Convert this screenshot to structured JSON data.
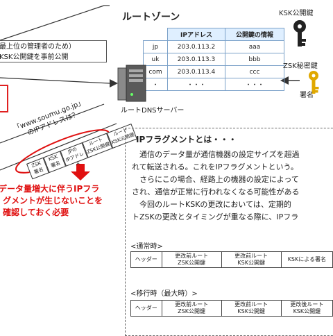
{
  "zone": {
    "title": "ルートゾーン",
    "table_headers": [
      "IPアドレス",
      "公開鍵の情報"
    ],
    "rows": [
      {
        "tld": "jp",
        "ip": "203.0.113.2",
        "key": "aaa"
      },
      {
        "tld": "uk",
        "ip": "203.0.113.3",
        "key": "bbb"
      },
      {
        "tld": "com",
        "ip": "203.0.113.4",
        "key": "ccc"
      },
      {
        "tld": "・",
        "ip": "・・・",
        "key": "・・・"
      }
    ]
  },
  "labels": {
    "ksk_public": "KSK公開鍵",
    "zsk_secret": "ZSK秘密鍵",
    "sign": "署名",
    "server": "ルートDNSサーバー",
    "manager_line1": "最上位の管理者のため）",
    "manager_line2": "KSK公開鍵を事前公開",
    "query_line1": "「www.soumu.go.jp」",
    "query_line2": "のIPアドレスは？",
    "warning_line1": "データ量増大に伴うIPフラ",
    "warning_line2": "グメントが生じないことを",
    "warning_line3": "確認しておく必要"
  },
  "packet_left": [
    {
      "l1": "ZSK",
      "l2": "署名"
    },
    {
      "l1": "KSK",
      "l2": "署名"
    }
  ],
  "packet_right": [
    {
      "l1": "JPの",
      "l2": "IPアドレス"
    },
    {
      "l1": "ルート",
      "l2": "ZSK公開鍵"
    },
    {
      "l1": "ルート",
      "l2": "KSK公開鍵"
    }
  ],
  "fragment": {
    "title": "IPフラグメントとは・・・",
    "lines": [
      "　通信のデータ量が通信機器の設定サイズを超過",
      "れて転送される。これをIPフラグメントという。",
      "　さらにこの場合、経路上の機器の設定によって",
      "され、通信が正常に行われなくなる可能性がある",
      "　今回のルートKSKの更改においては、定期的",
      "トZSKの更改とタイミングが重なる際に、IPフラ"
    ]
  },
  "normal": {
    "label": "<通常時>",
    "cells": [
      {
        "l1": "ヘッダー",
        "l2": ""
      },
      {
        "l1": "更改前ルート",
        "l2": "ZSK公開鍵"
      },
      {
        "l1": "更改前ルート",
        "l2": "KSK公開鍵"
      },
      {
        "l1": "KSKによる署名",
        "l2": ""
      }
    ]
  },
  "transition": {
    "label": "<移行時（最大時）>",
    "cells": [
      {
        "l1": "ヘッダー",
        "l2": ""
      },
      {
        "l1": "更改前ルート",
        "l2": "ZSK公開鍵"
      },
      {
        "l1": "更改前ルート",
        "l2": "KSK公開鍵"
      },
      {
        "l1": "更改後ルート",
        "l2": "KSK公開鍵"
      }
    ]
  },
  "colors": {
    "accent_red": "#e01010",
    "table_header": "#dfefff",
    "key_gold": "#e0a800",
    "key_black": "#222222"
  }
}
